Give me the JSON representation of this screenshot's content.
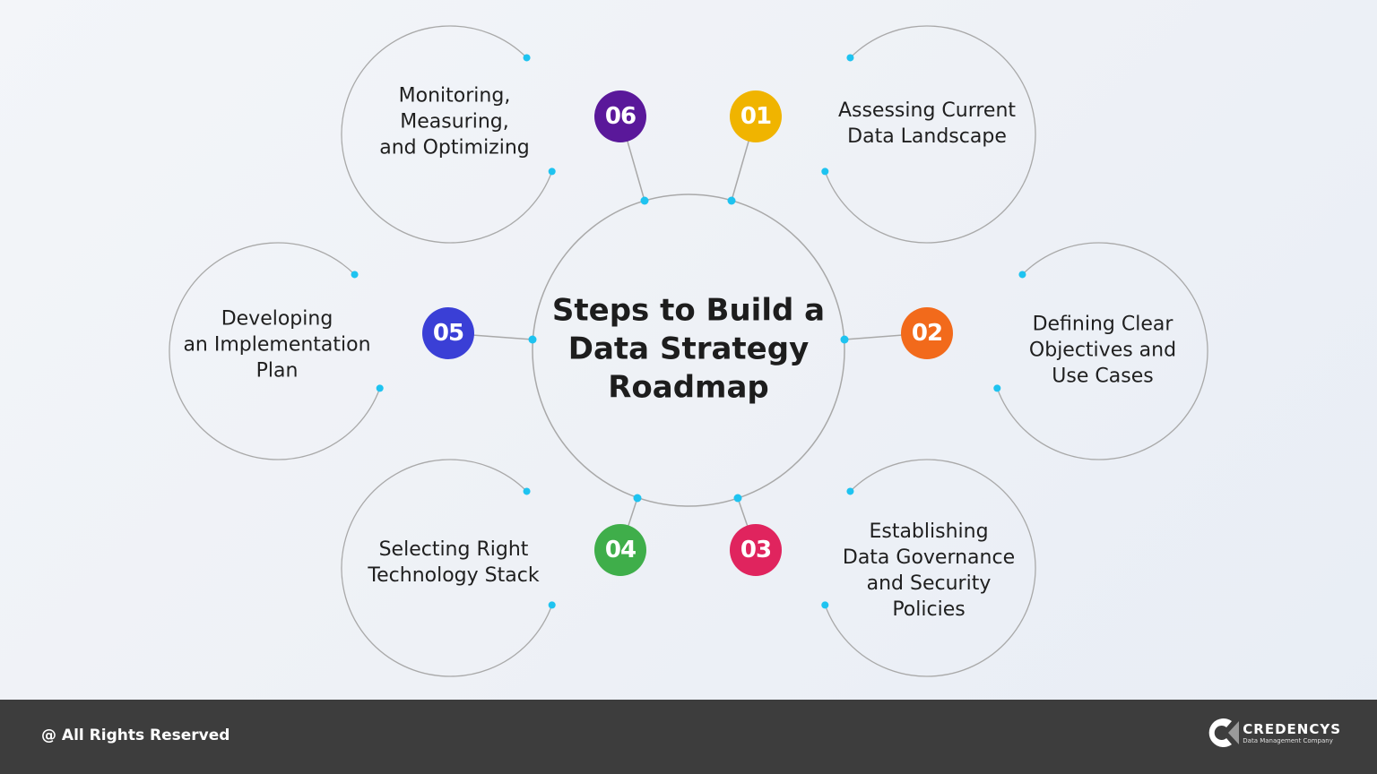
{
  "title": "Steps to Build a\nData Strategy\nRoadmap",
  "steps": [
    {
      "number": "01",
      "label": "Assessing Current\nData Landscape",
      "color": "#f0b400"
    },
    {
      "number": "02",
      "label": "Defining Clear\nObjectives and\nUse Cases",
      "color": "#f26a1b"
    },
    {
      "number": "03",
      "label": "Establishing\nData Governance\nand Security\nPolicies",
      "color": "#e0245e"
    },
    {
      "number": "04",
      "label": "Selecting Right\nTechnology Stack",
      "color": "#3fae4a"
    },
    {
      "number": "05",
      "label": "Developing\nan Implementation\nPlan",
      "color": "#3a3fd6"
    },
    {
      "number": "06",
      "label": "Monitoring,\nMeasuring,\nand Optimizing",
      "color": "#5a189a"
    }
  ],
  "footer": {
    "copyright": "@ All Rights Reserved",
    "brand_name": "CREDENCYS",
    "brand_tagline": "Data Management Company"
  },
  "colors": {
    "accent_dot": "#1ec3f0",
    "ring": "#a9a9a9",
    "footer_bg": "#3d3d3d"
  }
}
